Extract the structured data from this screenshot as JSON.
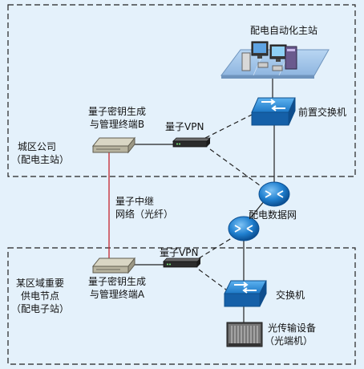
{
  "colors": {
    "background": "#e4f1fb",
    "zone_border": "#222222",
    "fiber_line": "#c8323c",
    "switch_blue": "#1f7fcf",
    "panel_blue": "#a9c9ec"
  },
  "labels": {
    "master_station": "配电自动化主站",
    "front_switch": "前置交换机",
    "key_terminal_b": [
      "量子密钥生成",
      "与管理终端B"
    ],
    "vpn_top": "量子VPN",
    "city_company": [
      "城区公司",
      "（配电主站）"
    ],
    "relay_network": [
      "量子中继",
      "网络（光纤）"
    ],
    "data_network": "配电数据网",
    "vpn_bottom": "量子VPN",
    "important_node": [
      "某区域重要",
      "供电节点",
      "（配电子站）"
    ],
    "key_terminal_a": [
      "量子密钥生成",
      "与管理终端A"
    ],
    "bottom_switch": "交换机",
    "optical_device": [
      "光传输设备",
      "（光端机）"
    ]
  },
  "icons": {
    "workstation_cluster": "computer-workstation-icon",
    "front_switch": "network-switch-icon",
    "key_terminal": "rack-terminal-icon",
    "vpn_device": "vpn-device-icon",
    "router": "router-icon",
    "optical_terminal": "optical-transmission-icon"
  }
}
